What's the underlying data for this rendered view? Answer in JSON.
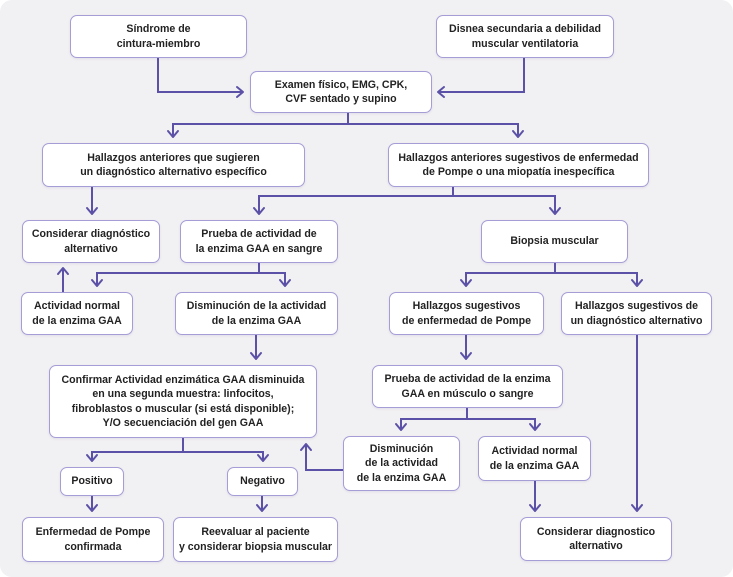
{
  "diagram": {
    "type": "flowchart",
    "language": "es",
    "nodes": {
      "a": {
        "label": "Síndrome de\ncintura-miembro"
      },
      "b": {
        "label": "Disnea secundaria a debilidad\nmuscular ventilatoria"
      },
      "c": {
        "label": "Examen físico, EMG, CPK,\nCVF sentado y supino"
      },
      "d": {
        "label": "Hallazgos anteriores que sugieren\nun diagnóstico alternativo específico"
      },
      "e": {
        "label": "Hallazgos anteriores sugestivos de enfermedad\nde Pompe o una miopatía inespecífica"
      },
      "f": {
        "label": "Considerar diagnóstico\nalternativo"
      },
      "g": {
        "label": "Prueba de actividad de\nla enzima GAA en sangre"
      },
      "h": {
        "label": "Biopsia muscular"
      },
      "i": {
        "label": "Actividad normal\nde la enzima GAA"
      },
      "j": {
        "label": "Disminución de la actividad\nde la enzima GAA"
      },
      "k": {
        "label": "Hallazgos sugestivos\nde enfermedad de Pompe"
      },
      "l": {
        "label": "Hallazgos sugestivos de\nun diagnóstico alternativo"
      },
      "m": {
        "label": "Confirmar Actividad enzimática GAA disminuida\nen una segunda muestra: linfocitos,\nfibroblastos o muscular (si está disponible);\nY/O secuenciación del gen GAA"
      },
      "n": {
        "label": "Prueba de actividad de la enzima\nGAA en músculo o sangre"
      },
      "o": {
        "label": "Disminución\nde la actividad\nde la enzima GAA"
      },
      "p": {
        "label": "Actividad normal\nde la enzima GAA"
      },
      "positivo": {
        "label": "Positivo"
      },
      "negativo": {
        "label": "Negativo"
      },
      "s": {
        "label": "Enfermedad de Pompe\nconfirmada"
      },
      "t": {
        "label": "Reevaluar al paciente\ny considerar biopsia muscular"
      },
      "r": {
        "label": "Considerar diagnostico\nalternativo"
      }
    },
    "edges": [
      {
        "from": "a",
        "to": "c"
      },
      {
        "from": "b",
        "to": "c"
      },
      {
        "from": "c",
        "to": "d"
      },
      {
        "from": "c",
        "to": "e"
      },
      {
        "from": "d",
        "to": "f"
      },
      {
        "from": "e",
        "to": "g"
      },
      {
        "from": "e",
        "to": "h"
      },
      {
        "from": "g",
        "to": "i"
      },
      {
        "from": "g",
        "to": "j"
      },
      {
        "from": "i",
        "to": "f"
      },
      {
        "from": "h",
        "to": "k"
      },
      {
        "from": "h",
        "to": "l"
      },
      {
        "from": "j",
        "to": "m"
      },
      {
        "from": "k",
        "to": "n"
      },
      {
        "from": "l",
        "to": "r"
      },
      {
        "from": "n",
        "to": "o"
      },
      {
        "from": "n",
        "to": "p"
      },
      {
        "from": "o",
        "to": "m"
      },
      {
        "from": "m",
        "to": "positivo"
      },
      {
        "from": "m",
        "to": "negativo"
      },
      {
        "from": "positivo",
        "to": "s"
      },
      {
        "from": "negativo",
        "to": "t"
      },
      {
        "from": "p",
        "to": "r"
      }
    ],
    "colors": {
      "background": "#f1f0f2",
      "box_fill": "#ffffff",
      "box_border": "#a59dd6",
      "arrow": "#5b51a6",
      "text": "#222222"
    }
  }
}
